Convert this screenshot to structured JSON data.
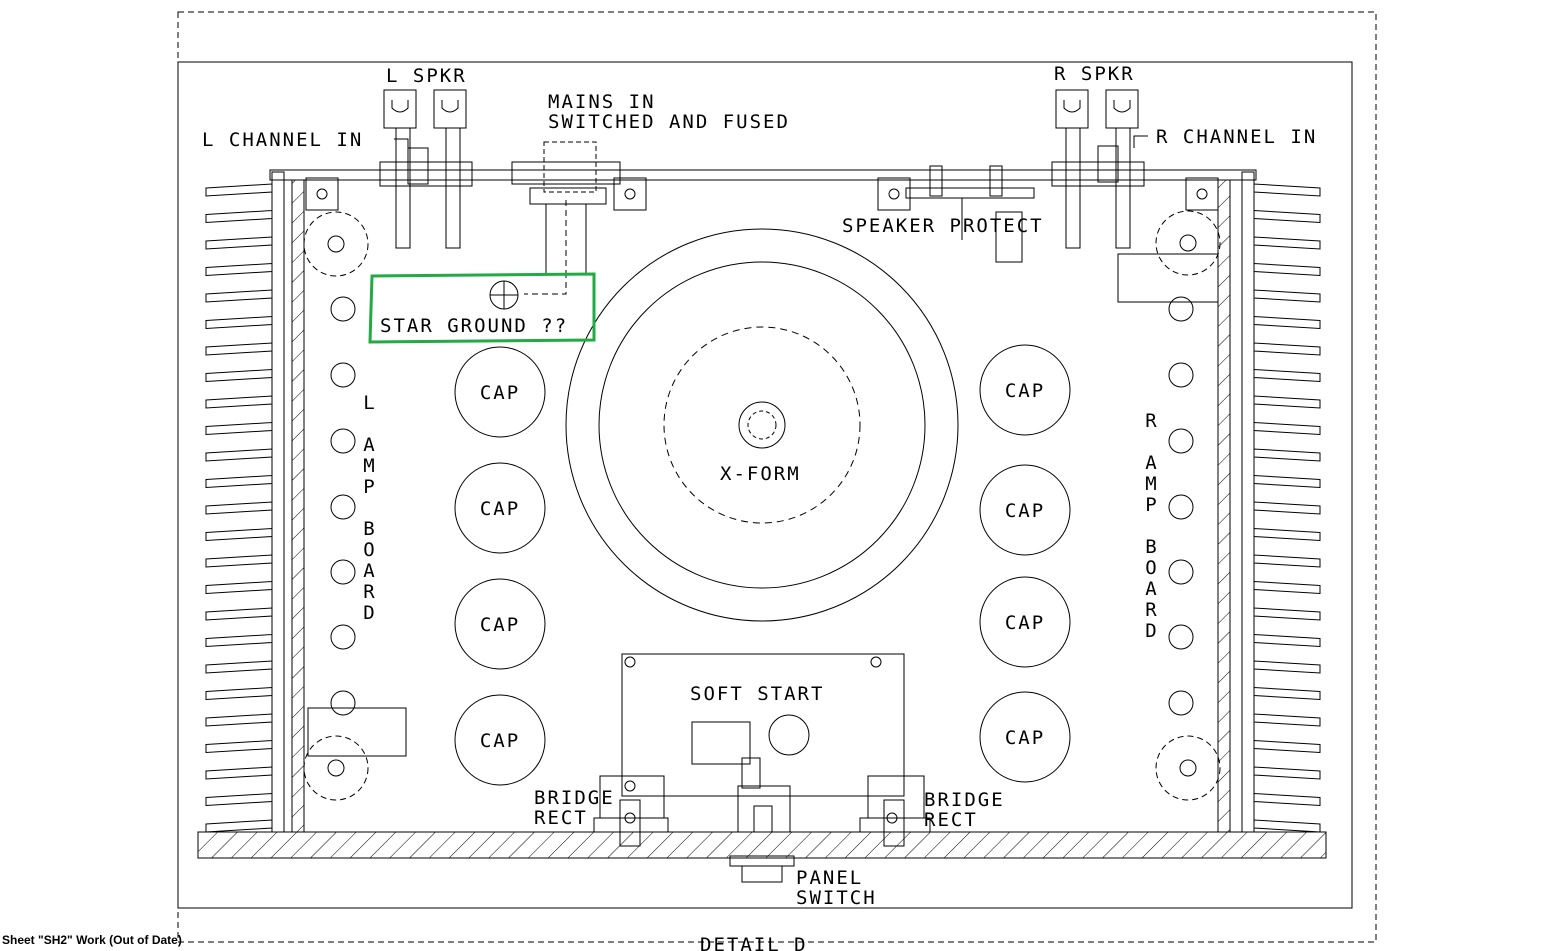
{
  "status_bar": "Sheet \"SH2\" Work (Out of Date)",
  "labels": {
    "l_spkr": "L SPKR",
    "r_spkr": "R SPKR",
    "mains_in_1": "MAINS IN",
    "mains_in_2": "SWITCHED AND FUSED",
    "l_channel_in": "L CHANNEL IN",
    "r_channel_in": "R CHANNEL IN",
    "speaker_protect": "SPEAKER PROTECT",
    "star_ground": "STAR GROUND ??",
    "x_form": "X-FORM",
    "soft_start": "SOFT START",
    "bridge_rect_l_1": "BRIDGE",
    "bridge_rect_l_2": "RECT",
    "bridge_rect_r_1": "BRIDGE",
    "bridge_rect_r_2": "RECT",
    "panel_switch_1": "PANEL",
    "panel_switch_2": "SWITCH",
    "detail": "DETAIL D",
    "cap": "CAP",
    "l_amp_board": [
      "L",
      "",
      "A",
      "M",
      "P",
      "",
      "B",
      "O",
      "A",
      "R",
      "D"
    ],
    "r_amp_board": [
      "R",
      "",
      "A",
      "M",
      "P",
      "",
      "B",
      "O",
      "A",
      "R",
      "D"
    ]
  },
  "colors": {
    "line": "#000000",
    "highlight": "#22aa44",
    "background": "#ffffff"
  }
}
